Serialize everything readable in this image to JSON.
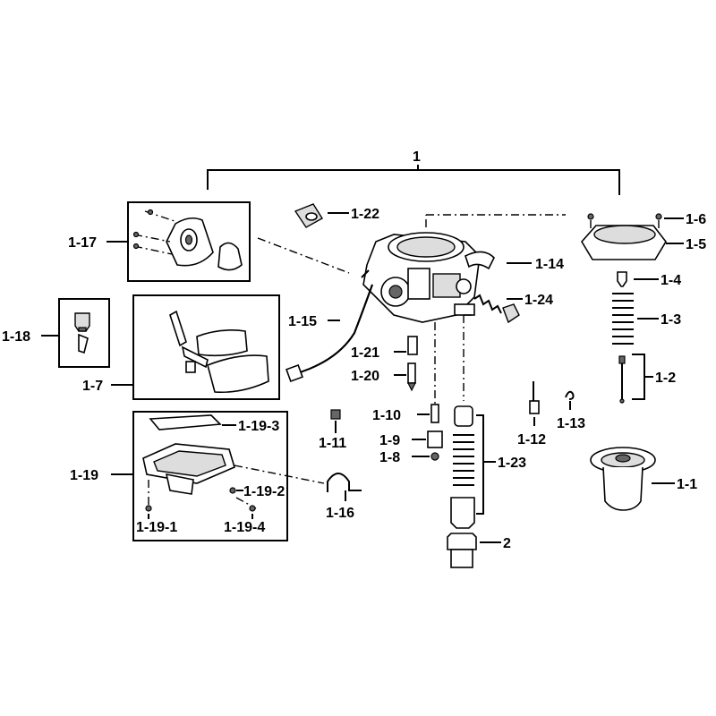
{
  "callouts": {
    "c1": "1",
    "c1_1": "1-1",
    "c1_2": "1-2",
    "c1_3": "1-3",
    "c1_4": "1-4",
    "c1_5": "1-5",
    "c1_6": "1-6",
    "c1_7": "1-7",
    "c1_8": "1-8",
    "c1_9": "1-9",
    "c1_10": "1-10",
    "c1_11": "1-11",
    "c1_12": "1-12",
    "c1_13": "1-13",
    "c1_14": "1-14",
    "c1_15": "1-15",
    "c1_16": "1-16",
    "c1_17": "1-17",
    "c1_18": "1-18",
    "c1_19": "1-19",
    "c1_19_1": "1-19-1",
    "c1_19_2": "1-19-2",
    "c1_19_3": "1-19-3",
    "c1_19_4": "1-19-4",
    "c1_20": "1-20",
    "c1_21": "1-21",
    "c1_22": "1-22",
    "c1_23": "1-23",
    "c1_24": "1-24",
    "c2": "2"
  }
}
